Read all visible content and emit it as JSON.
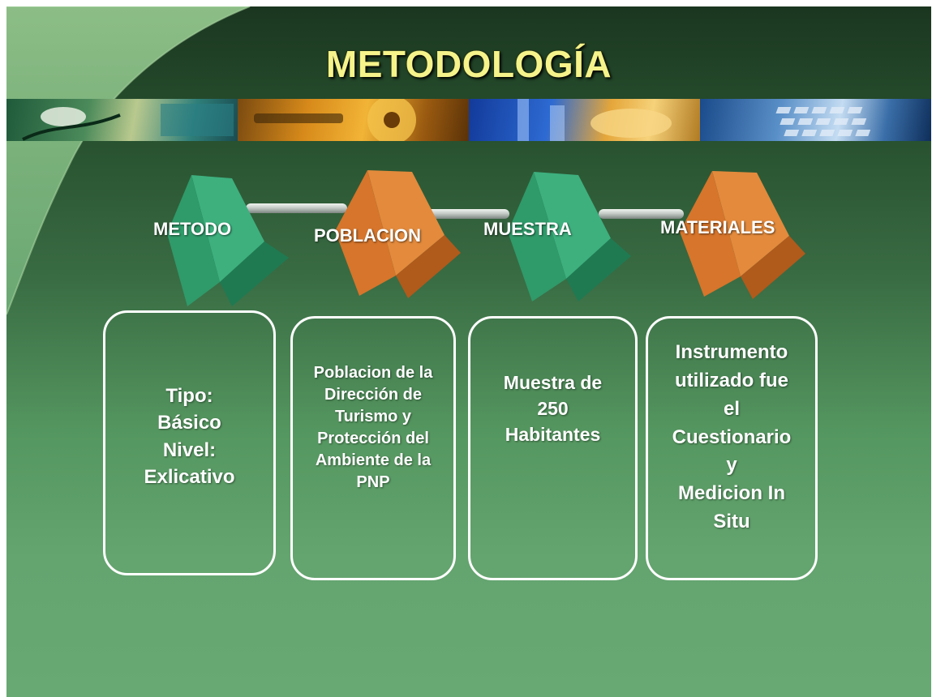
{
  "slide": {
    "title": "METODOLOGÍA",
    "banner_images": [
      "computer-mouse-photo",
      "keys-and-disk-photo",
      "lab-glassware-photo",
      "keyboard-photo"
    ],
    "steps": [
      {
        "label": "METODO",
        "color": "#2f9a6a",
        "content": "Tipo:\nBásico\nNivel:\nExlicativo"
      },
      {
        "label": "POBLACION",
        "color": "#d6752b",
        "content": "Poblacion de la\nDirección de\nTurismo y\nProtección del\nAmbiente de la\nPNP"
      },
      {
        "label": "MUESTRA",
        "color": "#2f9a6a",
        "content": "Muestra de\n250\nHabitantes"
      },
      {
        "label": "MATERIALES",
        "color": "#d6752b",
        "content": "Instrumento\nutilizado fue\nel\nCuestionario\ny\nMedicion In\nSitu"
      }
    ]
  }
}
